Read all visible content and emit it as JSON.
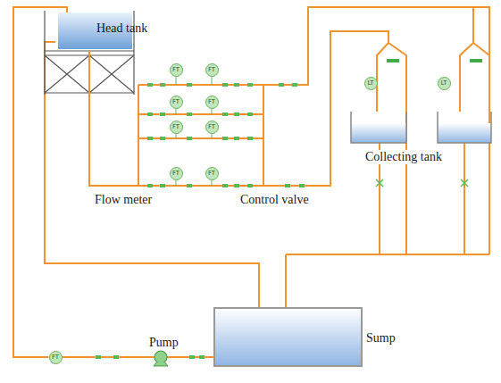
{
  "diagram": {
    "nodes": [
      {
        "text": [
          "Head tank"
        ]
      },
      {
        "text": [
          "FT"
        ]
      },
      {
        "text": [
          "FT"
        ]
      },
      {
        "text": [
          "FT"
        ]
      },
      {
        "text": [
          "FT"
        ]
      },
      {
        "text": [
          "FT"
        ]
      },
      {
        "text": [
          "FT"
        ]
      },
      {
        "text": [
          "FT"
        ]
      },
      {
        "text": [
          "FT"
        ]
      },
      {
        "text": [
          "LT"
        ]
      },
      {
        "text": [
          "LT"
        ]
      },
      {
        "text": [
          "Sump"
        ]
      },
      {
        "text": [
          "FT"
        ]
      }
    ],
    "edges": [
      {
        "from": 11,
        "to": 12,
        "arrow": "none"
      },
      {
        "from": 12,
        "to": 0,
        "arrow": "none"
      },
      {
        "from": 0,
        "to": 11,
        "arrow": "none"
      }
    ],
    "labels": [
      "Flow meter",
      "Control valve",
      "Collecting tank",
      "Pump"
    ]
  }
}
